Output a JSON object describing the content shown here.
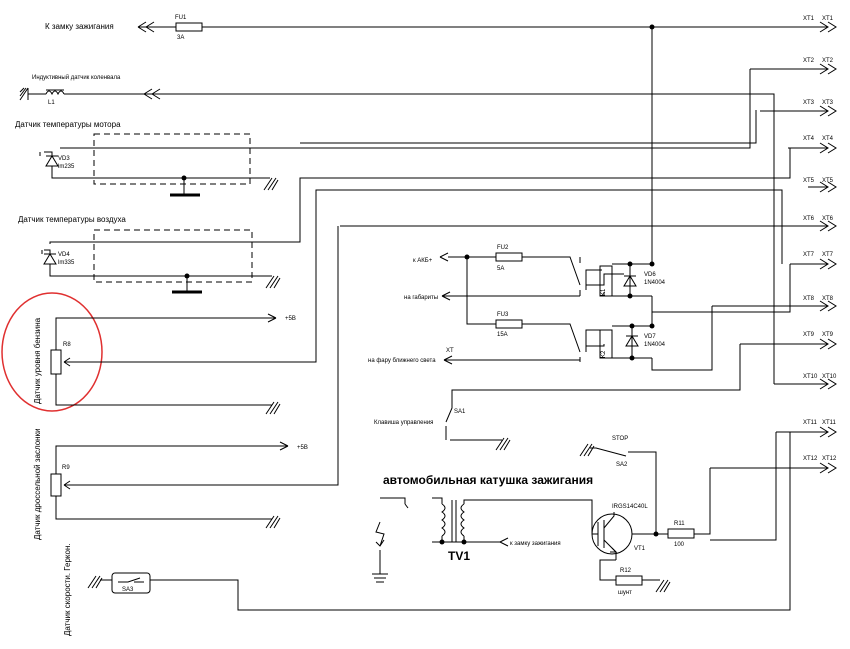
{
  "terminals": [
    {
      "left": "XT1",
      "right": "XT1"
    },
    {
      "left": "XT2",
      "right": "XT2"
    },
    {
      "left": "XT3",
      "right": "XT3"
    },
    {
      "left": "XT4",
      "right": "XT4"
    },
    {
      "left": "XT5",
      "right": "XT5"
    },
    {
      "left": "XT6",
      "right": "XT6"
    },
    {
      "left": "XT7",
      "right": "XT7"
    },
    {
      "left": "XT8",
      "right": "XT8"
    },
    {
      "left": "XT9",
      "right": "XT9"
    },
    {
      "left": "XT10",
      "right": "XT10"
    },
    {
      "left": "XT11",
      "right": "XT11"
    },
    {
      "left": "XT12",
      "right": "XT12"
    }
  ],
  "labels": {
    "ignition_lock": "К замку зажигания",
    "fu1": "FU1",
    "fu1_rating": "3A",
    "crank_sensor": "Индуктивный датчик коленвала",
    "l1": "L1",
    "engine_temp": "Датчик температуры мотора",
    "vd3": "VD3",
    "vd3_part": "lm235",
    "air_temp": "Датчик температуры воздуха",
    "vd4": "VD4",
    "vd4_part": "lm335",
    "fuel_level": "Датчик уровня бензина",
    "r8": "R8",
    "plus5_a": "+5В",
    "throttle": "Датчик дроссельной заслонки",
    "r9": "R9",
    "plus5_b": "+5В",
    "speed_sensor": "Датчик скорости. Геркон.",
    "sa3": "SA3",
    "to_battery": "к АКБ+",
    "fu2": "FU2",
    "fu2_rating": "5A",
    "to_parking": "на габариты",
    "k1": "K1",
    "vd6": "VD6",
    "vd6_part": "1N4004",
    "fu3": "FU3",
    "fu3_rating": "15A",
    "xt_mid": "XT",
    "to_lowbeam": "на фару ближнего света",
    "k2": "K2",
    "vd7": "VD7",
    "vd7_part": "1N4004",
    "control_key": "Клавиша управления",
    "sa1": "SA1",
    "stop": "STOP",
    "sa2": "SA2",
    "coil_title": "автомобильная катушка зажигания",
    "igbt": "IRGS14C40L",
    "vt1": "VT1",
    "r11": "R11",
    "r11_value": "100",
    "to_ignition_lock_small": "к замку зажигания",
    "tv1": "TV1",
    "r12": "R12",
    "r12_value": "шунт"
  },
  "colors": {
    "highlight_circle": "#e03030"
  }
}
